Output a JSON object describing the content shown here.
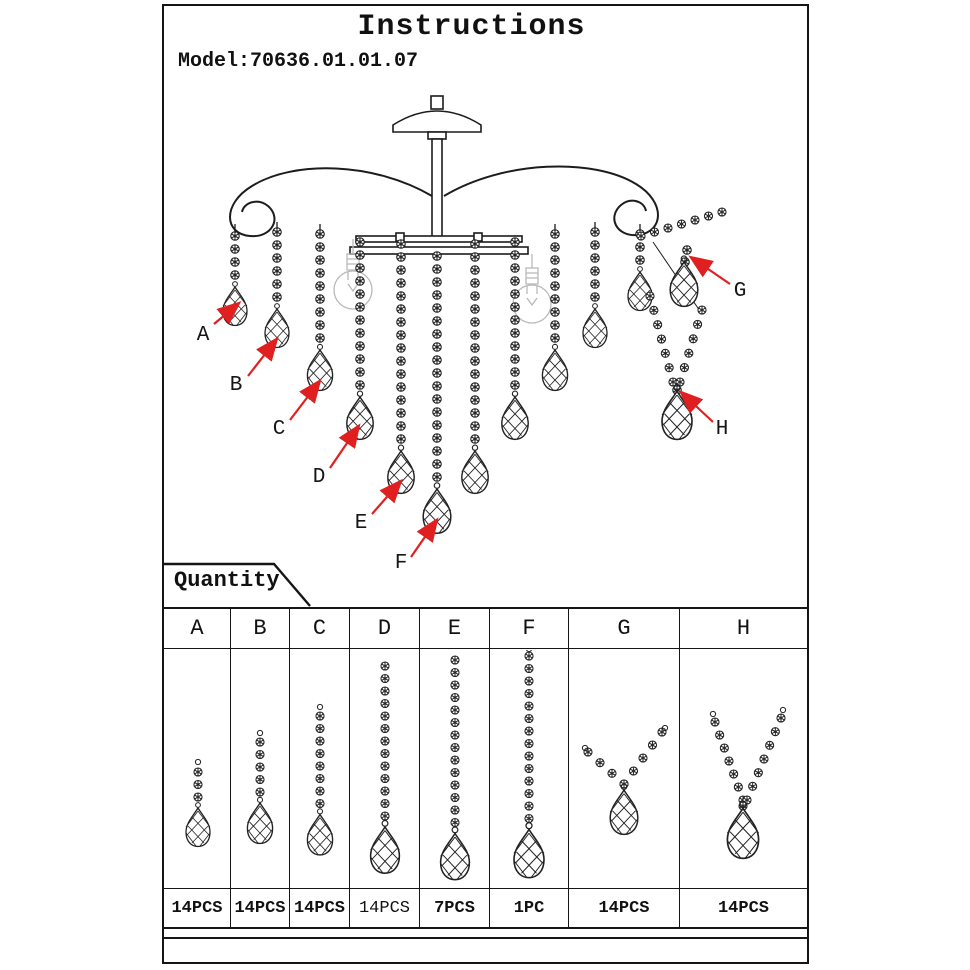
{
  "title": "Instructions",
  "model": "Model:70636.01.01.07",
  "quantity_label": "Quantity",
  "accent_color": "#e02020",
  "line_color": "#1c1c1c",
  "diagram": {
    "description": "chandelier-with-crystal-strands",
    "part_labels": [
      "A",
      "B",
      "C",
      "D",
      "E",
      "F",
      "G",
      "H"
    ]
  },
  "table": {
    "columns": [
      {
        "label": "A",
        "qty": "14PCS"
      },
      {
        "label": "B",
        "qty": "14PCS"
      },
      {
        "label": "C",
        "qty": "14PCS"
      },
      {
        "label": "D",
        "qty": "14PCS"
      },
      {
        "label": "E",
        "qty": "7PCS"
      },
      {
        "label": "F",
        "qty": "1PC"
      },
      {
        "label": "G",
        "qty": "14PCS"
      },
      {
        "label": "H",
        "qty": "14PCS"
      }
    ]
  }
}
